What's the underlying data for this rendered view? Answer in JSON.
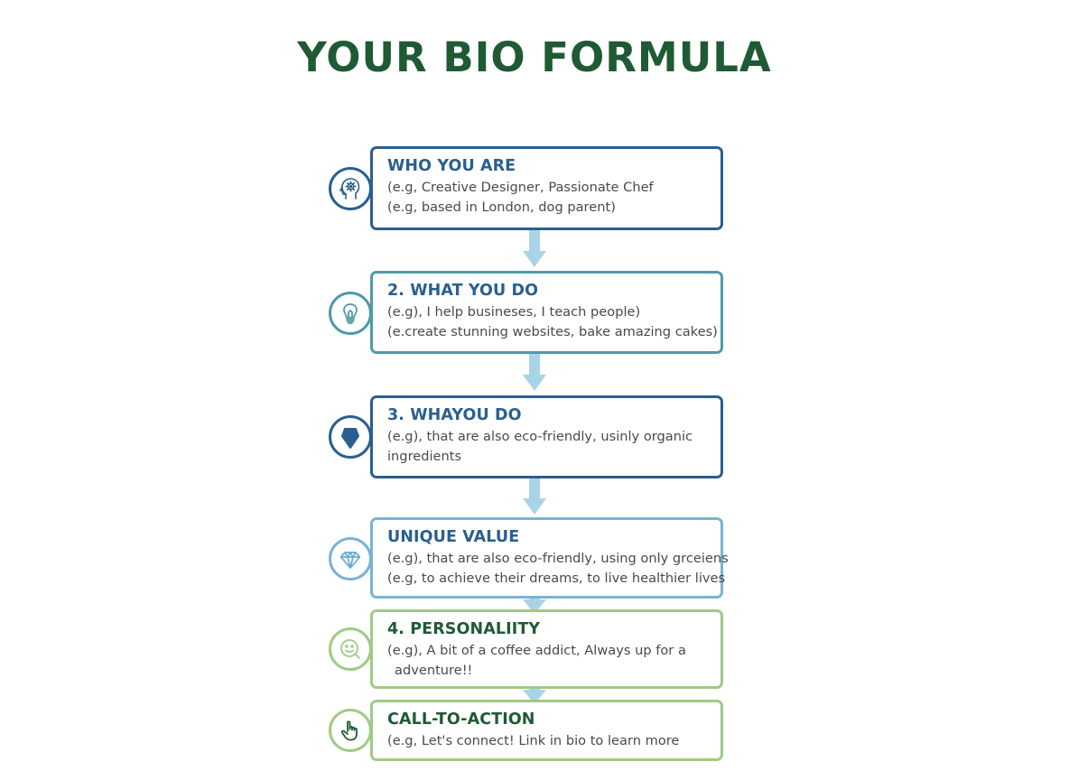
{
  "title": "YOUR BIO FORMULA",
  "colors": {
    "title": "#1f5a35",
    "dark_blue": "#2a5f8f",
    "teal": "#4f9aa8",
    "light_blue": "#7ab3d3",
    "green": "#9fcb83",
    "dark_green": "#1f5a35",
    "arrow": "#a9d4e6",
    "body_text": "#4a4a4a"
  },
  "steps": [
    {
      "heading": "WHO YOU ARE",
      "icon": "head-gear-icon",
      "lines": [
        "(e.g, Creative Designer, Passionate Chef",
        "(e.g, based in London, dog parent)"
      ]
    },
    {
      "heading": "2. WHAT YOU DO",
      "icon": "lightbulb-icon",
      "lines": [
        "(e.g), I help busineses, I teach people)",
        "(e.create stunning websites, bake amazing cakes)"
      ]
    },
    {
      "heading": "3. WHAYOU DO",
      "icon": "gem-drop-icon",
      "lines": [
        "(e.g), that are also eco-friendly, usinly organic",
        "ingredients"
      ]
    },
    {
      "heading": "UNIQUE VALUE",
      "icon": "diamond-icon",
      "lines": [
        "(e.g), that are also eco-friendly, using only grceiens",
        "(e.g, to achieve their dreams, to live healthier lives"
      ]
    },
    {
      "heading": "4. PERSONALIITY",
      "icon": "smiley-search-icon",
      "lines": [
        "(e.g), A bit of a coffee addict, Always up for a",
        "adventure!!"
      ]
    },
    {
      "heading": "CALL-TO-ACTION",
      "icon": "pointing-hand-icon",
      "lines": [
        "(e.g, Let's connect! Link in bio to learn more"
      ]
    }
  ]
}
